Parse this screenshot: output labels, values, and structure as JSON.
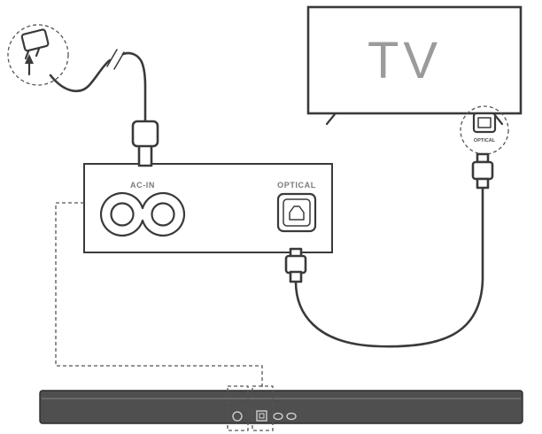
{
  "tv": {
    "label": "TV"
  },
  "rear_panel": {
    "ac_in_label": "AC-IN",
    "optical_label": "OPTICAL"
  },
  "tv_optical_callout": {
    "label": "OPTICAL"
  },
  "icons": {
    "power_plug": "power-plug-icon",
    "insert_arrow": "insert-arrow-icon",
    "cord_break": "cord-break-icon",
    "ac_plug_connector": "ac-plug-connector-icon",
    "ac_inlet": "ac-inlet-figure8-icon",
    "panel_optical_port": "optical-port-icon",
    "optical_cable_plug": "optical-cable-plug-icon",
    "tv_optical_port": "tv-optical-port-icon"
  },
  "colors": {
    "outline": "#3a3a3a",
    "tv_text": "#9b9b9b",
    "panel_label_text": "#7a7a7a",
    "soundbar_body": "#4f4f4f",
    "soundbar_connector": "#d8d8d8",
    "dashed_guide": "#555555"
  }
}
